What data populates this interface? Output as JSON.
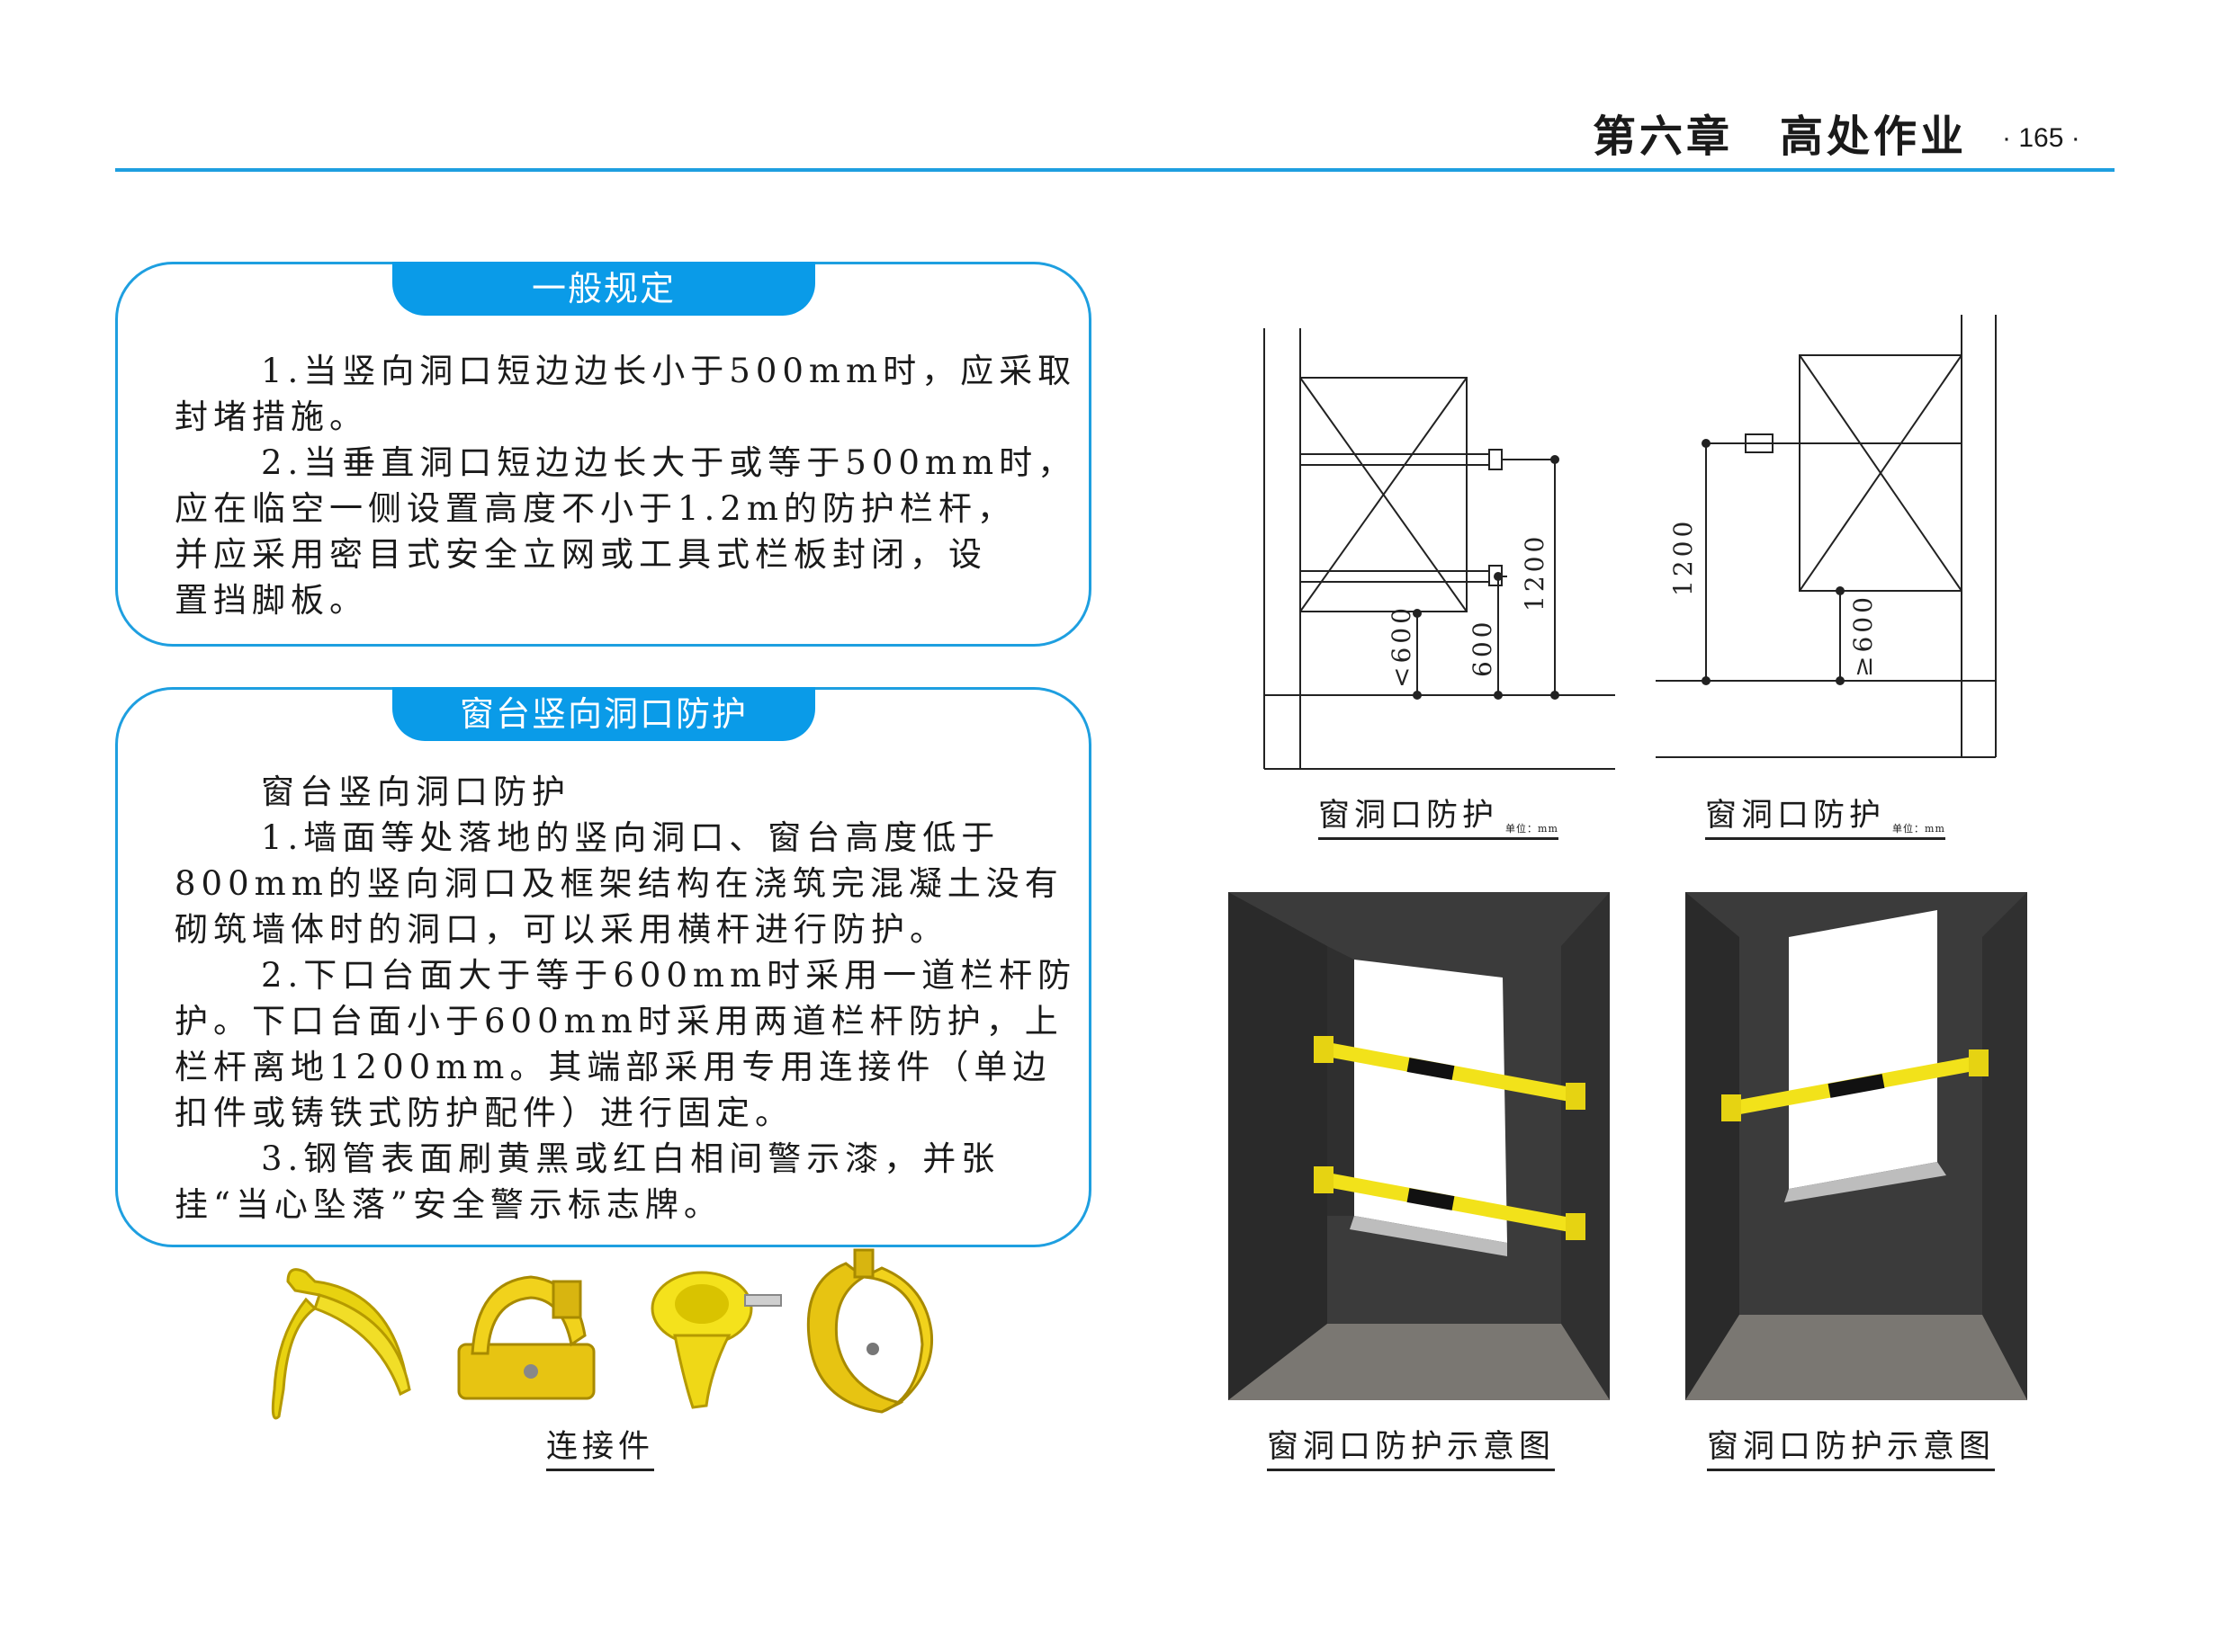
{
  "header": {
    "chapter_title": "第六章　高处作业",
    "page_number": "· 165 ·",
    "rule_color": "#1e9fe0"
  },
  "section1": {
    "title": "一般规定",
    "lines": [
      "1.当竖向洞口短边边长小于500mm时，应采取",
      "封堵措施。",
      "2.当垂直洞口短边边长大于或等于500mm时，",
      "应在临空一侧设置高度不小于1.2m的防护栏杆，",
      "并应采用密目式安全立网或工具式栏板封闭，设",
      "置挡脚板。"
    ]
  },
  "section2": {
    "title": "窗台竖向洞口防护",
    "lines": [
      "窗台竖向洞口防护",
      "1.墙面等处落地的竖向洞口、窗台高度低于",
      "800mm的竖向洞口及框架结构在浇筑完混凝土没有",
      "砌筑墙体时的洞口，可以采用横杆进行防护。",
      "2.下口台面大于等于600mm时采用一道栏杆防",
      "护。下口台面小于600mm时采用两道栏杆防护，上",
      "栏杆离地1200mm。其端部采用专用连接件（单边",
      "扣件或铸铁式防护配件）进行固定。",
      "3.钢管表面刷黄黑或红白相间警示漆，并张",
      "挂“当心坠落”安全警示标志牌。"
    ]
  },
  "connectors": {
    "caption": "连接件"
  },
  "drawing_left": {
    "caption": "窗洞口防护",
    "unit": "单位：mm",
    "dims": {
      "low": "<600",
      "mid": "600",
      "high": "1200"
    }
  },
  "drawing_right": {
    "caption": "窗洞口防护",
    "unit": "单位：mm",
    "dims": {
      "high": "1200",
      "low": "≥600"
    }
  },
  "photo_left": {
    "caption": "窗洞口防护示意图"
  },
  "photo_right": {
    "caption": "窗洞口防护示意图"
  },
  "colors": {
    "accent": "#1e9fe0",
    "tab": "#0a9be8",
    "rail_yellow": "#f2e21a",
    "wall": "#3a3a3a"
  }
}
